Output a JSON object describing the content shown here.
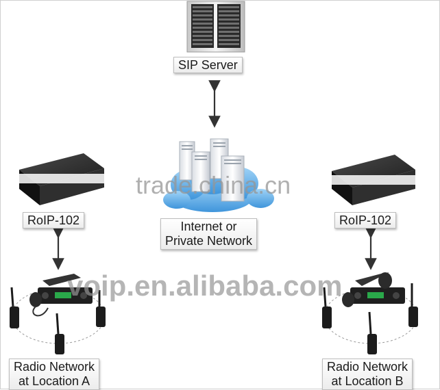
{
  "nodes": {
    "sip_server": {
      "label": "SIP Server"
    },
    "network": {
      "label_lines": [
        "Internet or",
        "Private Network"
      ]
    },
    "roip_a": {
      "label": "RoIP-102"
    },
    "roip_b": {
      "label": "RoIP-102"
    },
    "radio_a": {
      "label_lines": [
        "Radio Network",
        "at Location A"
      ]
    },
    "radio_b": {
      "label_lines": [
        "Radio Network",
        "at Location B"
      ]
    }
  },
  "watermarks": {
    "top": "trade.china.cn",
    "bottom": "voip.en.alibaba.com"
  },
  "colors": {
    "device_dark": "#2b2b2b",
    "cloud_blue": "#4fa6e6",
    "radio_display": "#2aa84a",
    "connector": "#333333"
  }
}
